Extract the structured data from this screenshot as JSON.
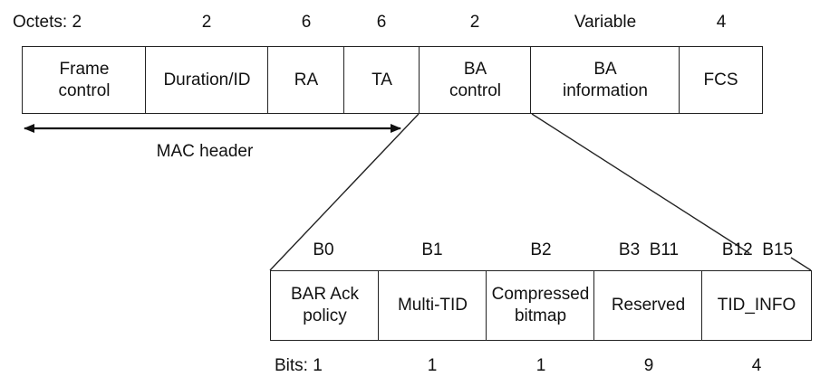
{
  "frame": {
    "octets_prefix": "Octets:",
    "fields": [
      {
        "name": "Frame\ncontrol",
        "octets": "2"
      },
      {
        "name": "Duration/ID",
        "octets": "2"
      },
      {
        "name": "RA",
        "octets": "6"
      },
      {
        "name": "TA",
        "octets": "6"
      },
      {
        "name": "BA\ncontrol",
        "octets": "2"
      },
      {
        "name": "BA\ninformation",
        "octets": "Variable"
      },
      {
        "name": "FCS",
        "octets": "4"
      }
    ],
    "mac_header_label": "MAC header"
  },
  "ba_control": {
    "bits_prefix": "Bits:",
    "fields": [
      {
        "name": "BAR Ack\npolicy",
        "bit_label": "B0",
        "bits": "1"
      },
      {
        "name": "Multi-TID",
        "bit_label": "B1",
        "bits": "1"
      },
      {
        "name": "Compressed\nbitmap",
        "bit_label": "B2",
        "bits": "1"
      },
      {
        "name": "Reserved",
        "bit_label": "B3  B11",
        "bits": "9"
      },
      {
        "name": "TID_INFO",
        "bit_label": "B12  B15",
        "bits": "4"
      }
    ]
  }
}
